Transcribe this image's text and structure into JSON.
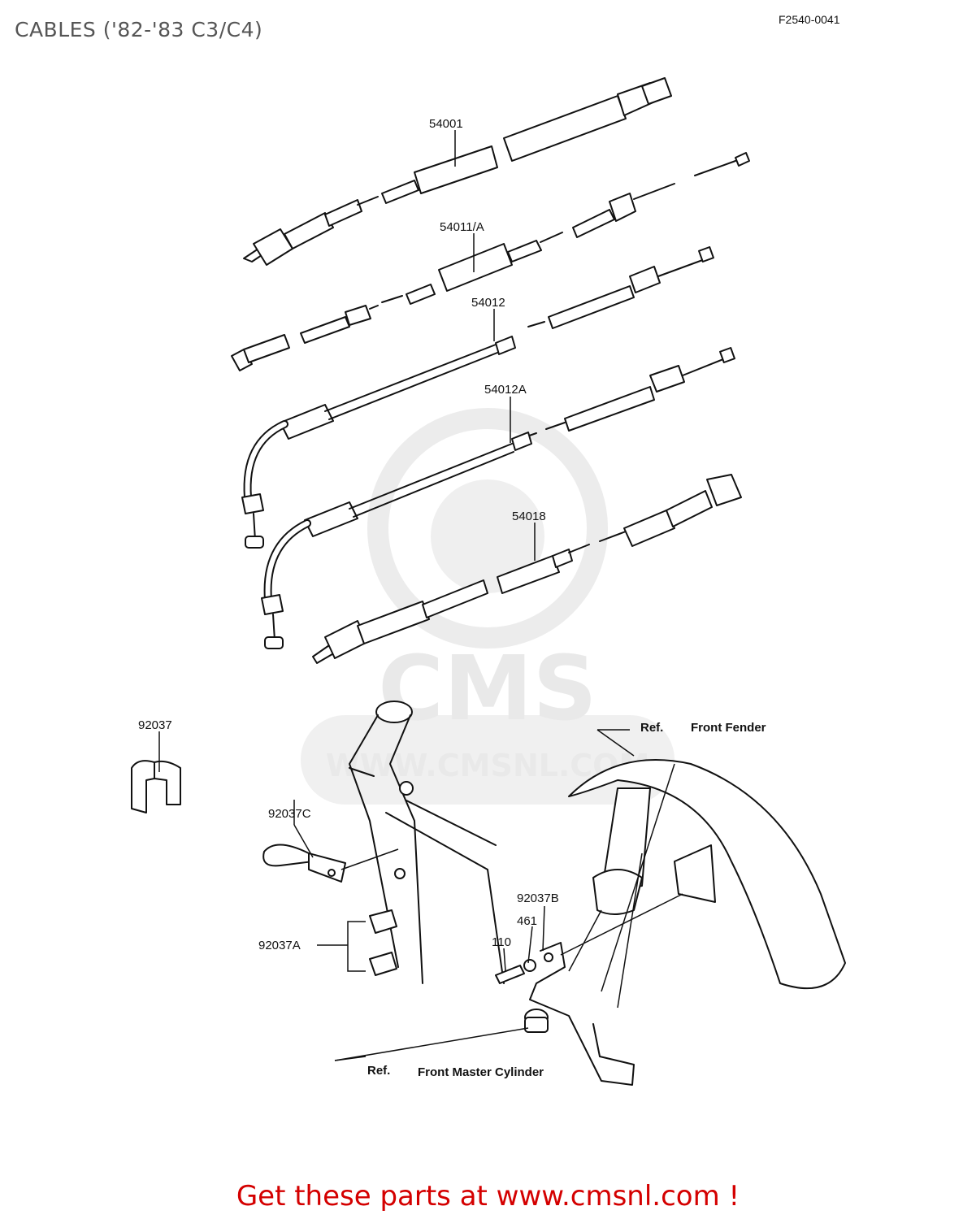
{
  "header": {
    "title": "CABLES ('82-'83 C3/C4)",
    "figure_code": "F2540-0041"
  },
  "parts": {
    "p54001": "54001",
    "p54011A": "54011/A",
    "p54012": "54012",
    "p54012A": "54012A",
    "p54018": "54018",
    "p92037": "92037",
    "p92037C": "92037C",
    "p92037B": "92037B",
    "p461": "461",
    "p110": "110",
    "p92037A": "92037A"
  },
  "refs": {
    "ref1": "Ref.",
    "front_fender": "Front Fender",
    "ref2": "Ref.",
    "front_master_cylinder": "Front Master Cylinder"
  },
  "watermark": {
    "logo": "CMS",
    "url": "WWW.CMSNL.COM"
  },
  "footer": {
    "text": "Get these parts at www.cmsnl.com !"
  }
}
